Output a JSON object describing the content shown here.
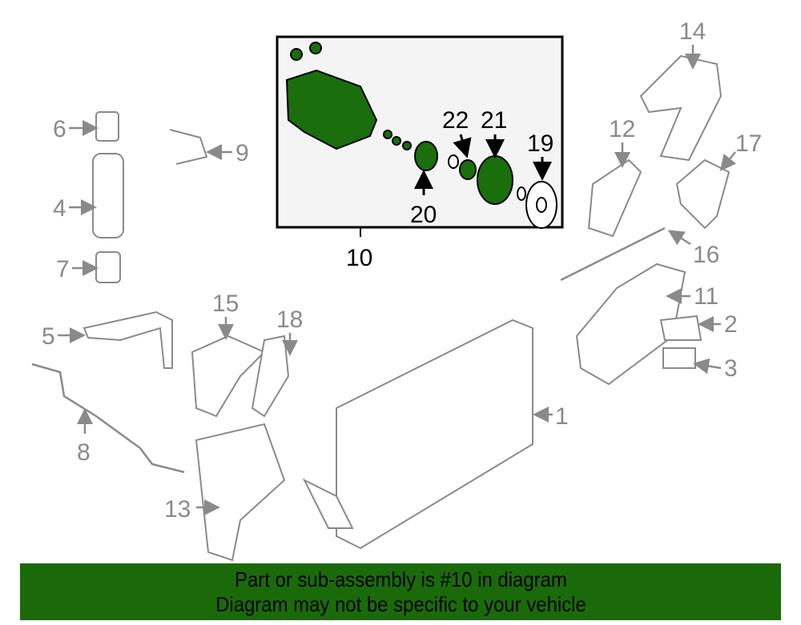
{
  "callouts": {
    "c1": "1",
    "c2": "2",
    "c3": "3",
    "c4": "4",
    "c5": "5",
    "c6": "6",
    "c7": "7",
    "c8": "8",
    "c9": "9",
    "c10": "10",
    "c11": "11",
    "c12": "12",
    "c13": "13",
    "c14": "14",
    "c15": "15",
    "c16": "16",
    "c17": "17",
    "c18": "18",
    "c19": "19",
    "c20": "20",
    "c21": "21",
    "c22": "22"
  },
  "banner": {
    "line1": "Part or sub-assembly is #10 in diagram",
    "line2": "Diagram may not be specific to your vehicle"
  },
  "colors": {
    "highlight": "#1a6e0c",
    "banner": "#1a6a0a",
    "callout": "#8a8a8a"
  }
}
